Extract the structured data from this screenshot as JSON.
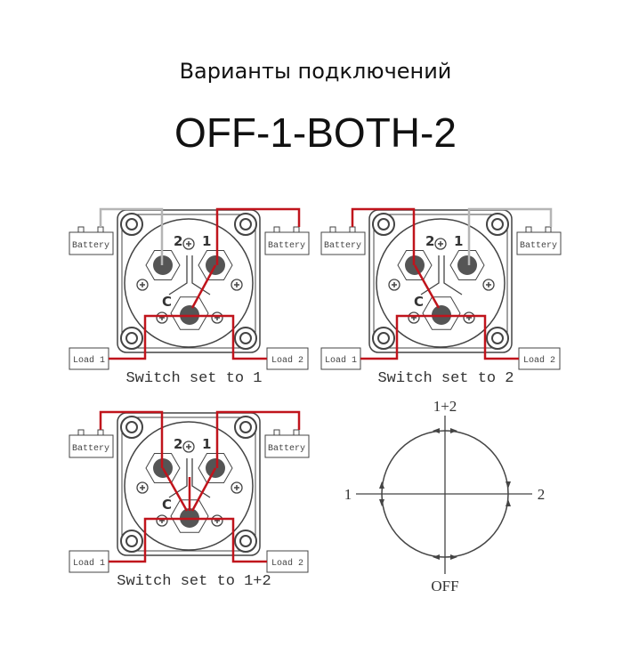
{
  "header": {
    "subtitle": "Варианты подключений",
    "title": "OFF-1-BOTH-2"
  },
  "labels": {
    "battery": "Battery",
    "load1": "Load 1",
    "load2": "Load 2",
    "terminal_2": "2",
    "terminal_1": "1",
    "terminal_c": "C",
    "minus": "-",
    "plus": "+"
  },
  "panels": [
    {
      "caption": "Switch set to 1",
      "active": "1"
    },
    {
      "caption": "Switch set to 2",
      "active": "2"
    },
    {
      "caption": "Switch set to 1+2",
      "active": "both"
    }
  ],
  "dial": {
    "top": "1+2",
    "left": "1",
    "right": "2",
    "bottom": "OFF"
  },
  "colors": {
    "live_wire": "#c0141c",
    "idle_wire": "#b5b5b5",
    "outline": "#444444"
  }
}
